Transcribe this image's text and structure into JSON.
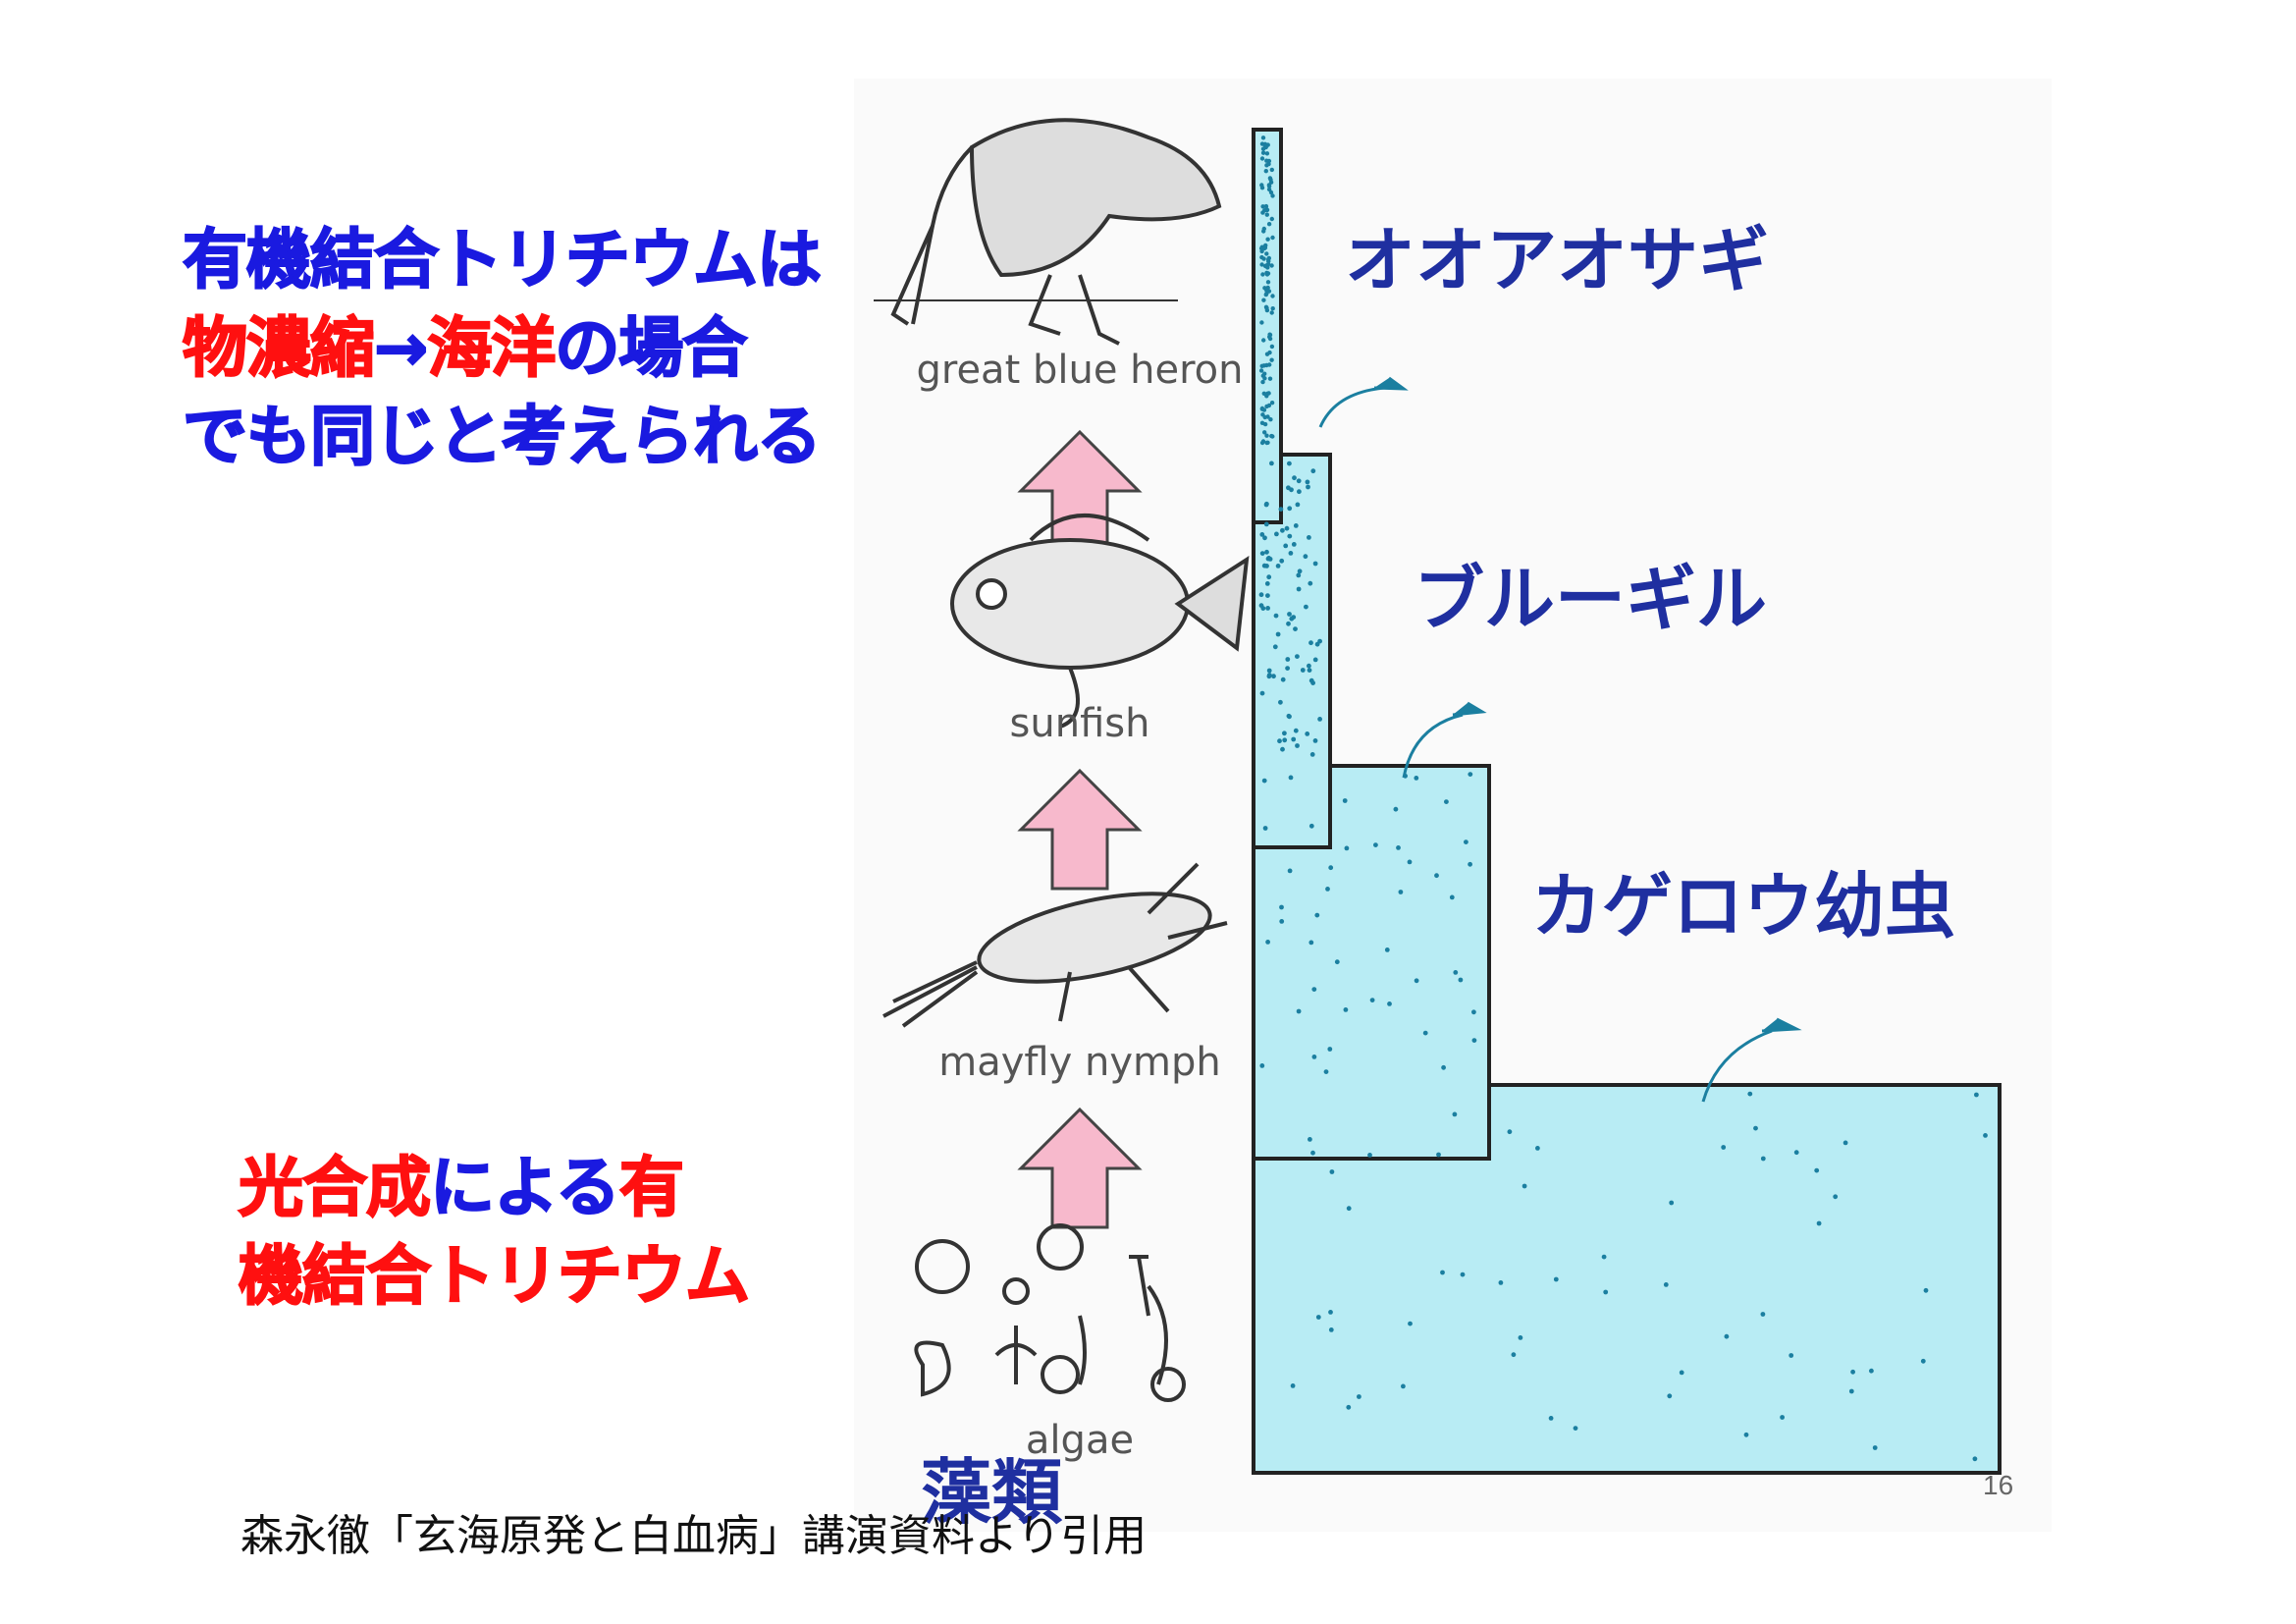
{
  "note1": {
    "line1": {
      "text": "有機結合トリチウムは",
      "color": "#1a1ae0"
    },
    "line2": [
      {
        "text": "物濃縮",
        "color": "#ff1010"
      },
      {
        "text": "→",
        "color": "#1a1ae0"
      },
      {
        "text": "海洋",
        "color": "#ff1010"
      },
      {
        "text": "の場合",
        "color": "#1a1ae0"
      }
    ],
    "line3": {
      "text": "でも同じと考えられる",
      "color": "#1a1ae0"
    }
  },
  "note2": {
    "line1": [
      {
        "text": "光合成",
        "color": "#ff1010"
      },
      {
        "text": "による",
        "color": "#1a1ae0"
      },
      {
        "text": "有",
        "color": "#ff1010"
      }
    ],
    "line2": {
      "text": "機結合トリチウム",
      "color": "#ff1010"
    }
  },
  "food_chain": {
    "organisms": [
      {
        "en": "great blue heron",
        "jp": "オオアオサギ",
        "icon": "heron-icon"
      },
      {
        "en": "sunfish",
        "jp": "ブルーギル",
        "icon": "sunfish-icon"
      },
      {
        "en": "mayfly nymph",
        "jp": "カゲロウ幼虫",
        "icon": "mayfly-icon"
      },
      {
        "en": "algae",
        "jp": "藻類",
        "icon": "algae-icon"
      }
    ],
    "colors": {
      "block_fill": "#b8ecf4",
      "dot": "#1b7fa0",
      "arrow_fill": "#f7b9cc",
      "label_jp": "#1f2fa0"
    }
  },
  "page_number": "16",
  "citation": "森永徹「玄海原発と白血病」講演資料より引用"
}
